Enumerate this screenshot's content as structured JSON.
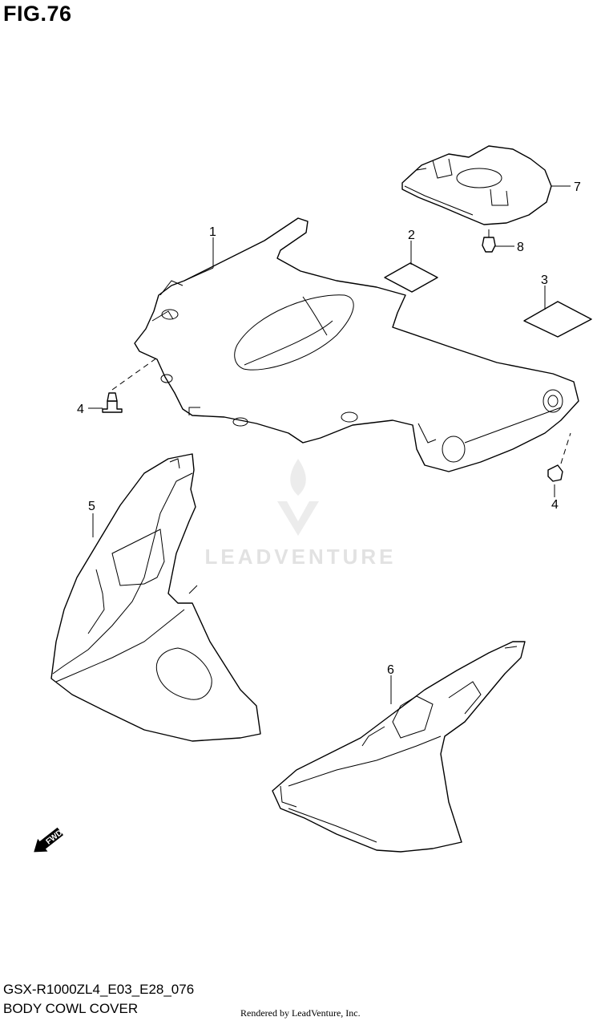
{
  "figure": {
    "title": "FIG.76"
  },
  "callouts": {
    "p1": "1",
    "p2": "2",
    "p3": "3",
    "p4a": "4",
    "p4b": "4",
    "p5": "5",
    "p6": "6",
    "p7": "7",
    "p8": "8"
  },
  "watermark": {
    "text": "LEADVENTURE"
  },
  "fwd": {
    "label": "FWD"
  },
  "footer": {
    "model_code": "GSX-R1000ZL4_E03_E28_076",
    "caption": "BODY COWL COVER",
    "rendered_by": "Rendered by LeadVenture, Inc."
  }
}
